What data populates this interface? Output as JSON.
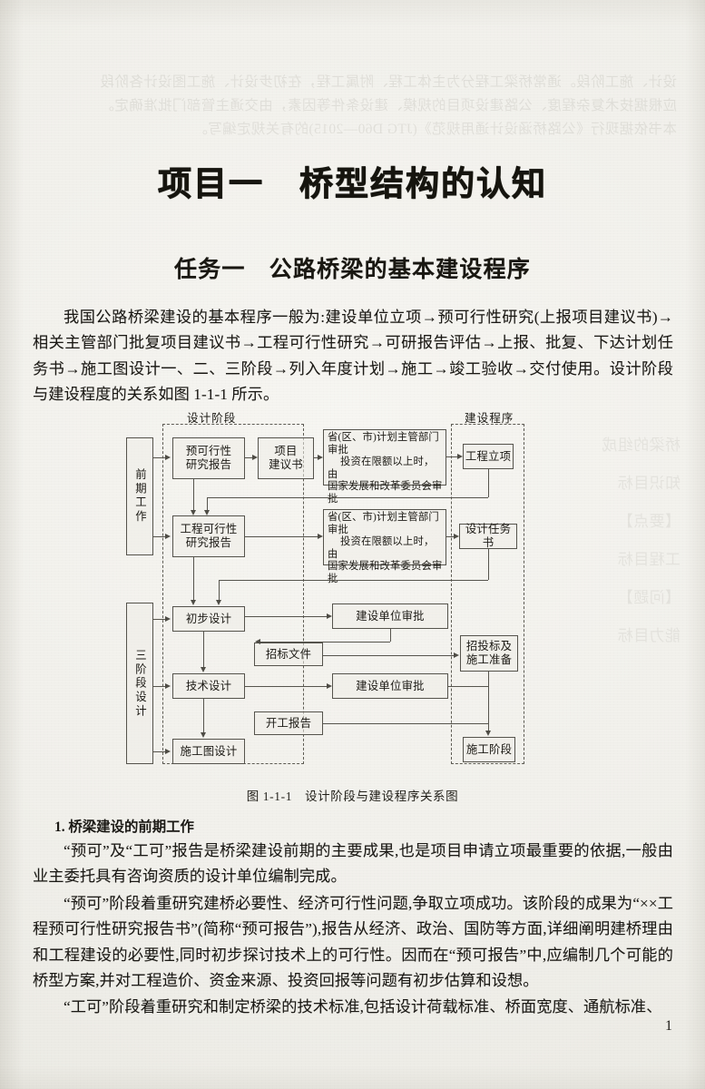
{
  "page": {
    "number": "1",
    "project_title": "项目一　桥型结构的认知",
    "task_title": "任务一　公路桥梁的基本建设程序"
  },
  "ghost_text": {
    "top": "设计、施工阶段。通常桥梁工程分为主体工程、附属工程，在初步设计、施工图设计各阶段\n应根据技术复杂程度、公路建设项目的规模、建设条件等因素，由交通主管部门批准确定。\n本书依据现行《公路桥涵设计通用规范》(JTG D60—2015)的有关规定编写。",
    "right": "桥梁的组成\n知识目标\n【要点】\n工程目标\n【问题】\n能力目标"
  },
  "body": {
    "para_intro": "我国公路桥梁建设的基本程序一般为:建设单位立项→预可行性研究(上报项目建议书)→相关主管部门批复项目建议书→工程可行性研究→可研报告评估→上报、批复、下达计划任务书→施工图设计一、二、三阶段→列入年度计划→施工→竣工验收→交付使用。设计阶段与建设程度的关系如图 1-1-1 所示。",
    "heading_1": "1. 桥梁建设的前期工作",
    "para_1": "“预可”及“工可”报告是桥梁建设前期的主要成果,也是项目申请立项最重要的依据,一般由业主委托具有咨询资质的设计单位编制完成。",
    "para_2": "“预可”阶段着重研究建桥必要性、经济可行性问题,争取立项成功。该阶段的成果为“××工程预可行性研究报告书”(简称“预可报告”),报告从经济、政治、国防等方面,详细阐明建桥理由和工程建设的必要性,同时初步探讨技术上的可行性。因而在“预可报告”中,应编制几个可能的桥型方案,并对工程造价、资金来源、投资回报等问题有初步估算和设想。",
    "para_3": "“工可”阶段着重研究和制定桥梁的技术标准,包括设计荷载标准、桥面宽度、通航标准、"
  },
  "figure": {
    "caption_number": "图 1-1-1",
    "caption_title": "设计阶段与建设程序关系图",
    "zones": [
      {
        "id": "design-stage",
        "label": "设计阶段"
      },
      {
        "id": "construction-procedure",
        "label": "建设程序"
      }
    ],
    "phase_labels": [
      {
        "id": "early-work",
        "label": "前期工作"
      },
      {
        "id": "three-stage-design",
        "label": "三阶段设计"
      }
    ],
    "nodes": [
      {
        "id": "pre-feasibility-report",
        "label": "预可行性\n研究报告"
      },
      {
        "id": "project-proposal",
        "label": "项目\n建议书"
      },
      {
        "id": "engineering-feasibility-report",
        "label": "工程可行性\n研究报告"
      },
      {
        "id": "approval-1-line1",
        "label": "省(区、市)计划主管部门审批"
      },
      {
        "id": "approval-1-line2",
        "label": "投资在限额以上时，由"
      },
      {
        "id": "approval-1-line3",
        "label": "国家发展和改革委员会审"
      },
      {
        "id": "approval-1-line4",
        "label": "批"
      },
      {
        "id": "approval-2-line1",
        "label": "省(区、市)计划主管部门审批"
      },
      {
        "id": "approval-2-line2",
        "label": "投资在限额以上时，由"
      },
      {
        "id": "approval-2-line3",
        "label": "国家发展和改革委员会审"
      },
      {
        "id": "approval-2-line4",
        "label": "批"
      },
      {
        "id": "project-establishment",
        "label": "工程立项"
      },
      {
        "id": "design-assignment",
        "label": "设计任务书"
      },
      {
        "id": "preliminary-design",
        "label": "初步设计"
      },
      {
        "id": "owner-approval-1",
        "label": "建设单位审批"
      },
      {
        "id": "bidding-document",
        "label": "招标文件"
      },
      {
        "id": "technical-design",
        "label": "技术设计"
      },
      {
        "id": "owner-approval-2",
        "label": "建设单位审批"
      },
      {
        "id": "commencement-report",
        "label": "开工报告"
      },
      {
        "id": "construction-drawing-design",
        "label": "施工图设计"
      },
      {
        "id": "bidding-and-preparation",
        "label": "招投标及\n施工准备"
      },
      {
        "id": "construction-stage",
        "label": "施工阶段"
      }
    ]
  },
  "colors": {
    "paper": "#f2f1ec",
    "ink": "#1b1915",
    "rule": "#56544d",
    "ghost": "#6d6a5e"
  }
}
